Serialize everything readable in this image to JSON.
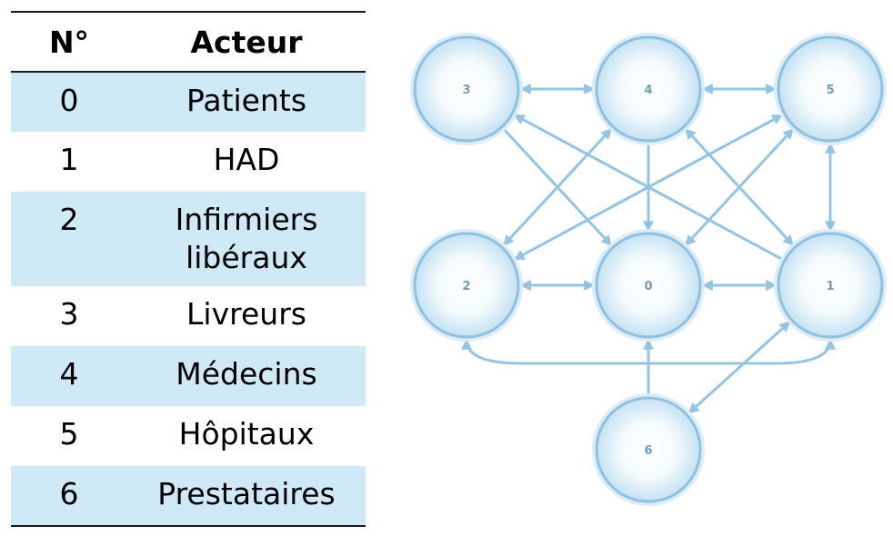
{
  "table": {
    "header_number": "N°",
    "header_actor": "Acteur",
    "rows": [
      {
        "number": "0",
        "actor": [
          "Patients"
        ]
      },
      {
        "number": "1",
        "actor": [
          "HAD"
        ]
      },
      {
        "number": "2",
        "actor": [
          "Infirmiers",
          "libéraux"
        ]
      },
      {
        "number": "3",
        "actor": [
          "Livreurs"
        ]
      },
      {
        "number": "4",
        "actor": [
          "Médecins"
        ]
      },
      {
        "number": "5",
        "actor": [
          "Hôpitaux"
        ]
      },
      {
        "number": "6",
        "actor": [
          "Prestataires"
        ]
      }
    ]
  },
  "graph": {
    "nodes": [
      "3",
      "4",
      "5",
      "2",
      "0",
      "1",
      "6"
    ],
    "edges": [
      {
        "from": "3",
        "to": "4",
        "bidirectional": true
      },
      {
        "from": "4",
        "to": "5",
        "bidirectional": true
      },
      {
        "from": "2",
        "to": "0",
        "bidirectional": true
      },
      {
        "from": "0",
        "to": "1",
        "bidirectional": true
      },
      {
        "from": "5",
        "to": "1",
        "bidirectional": true
      },
      {
        "from": "4",
        "to": "0",
        "bidirectional": false
      },
      {
        "from": "6",
        "to": "0",
        "bidirectional": false
      },
      {
        "from": "3",
        "to": "0",
        "bidirectional": false
      },
      {
        "from": "1",
        "to": "3",
        "bidirectional": false
      },
      {
        "from": "2",
        "to": "4",
        "bidirectional": true
      },
      {
        "from": "2",
        "to": "5",
        "bidirectional": true
      },
      {
        "from": "4",
        "to": "1",
        "bidirectional": true
      },
      {
        "from": "0",
        "to": "5",
        "bidirectional": true
      },
      {
        "from": "2",
        "to": "1",
        "bidirectional": true
      },
      {
        "from": "1",
        "to": "6",
        "bidirectional": true
      }
    ],
    "colors": {
      "edge": "#94c4e2",
      "node_fill_center": "#ffffff",
      "node_fill_edge": "#c6e2f3",
      "node_stroke": "#8fc1e0",
      "label": "#6f9cb8"
    }
  }
}
